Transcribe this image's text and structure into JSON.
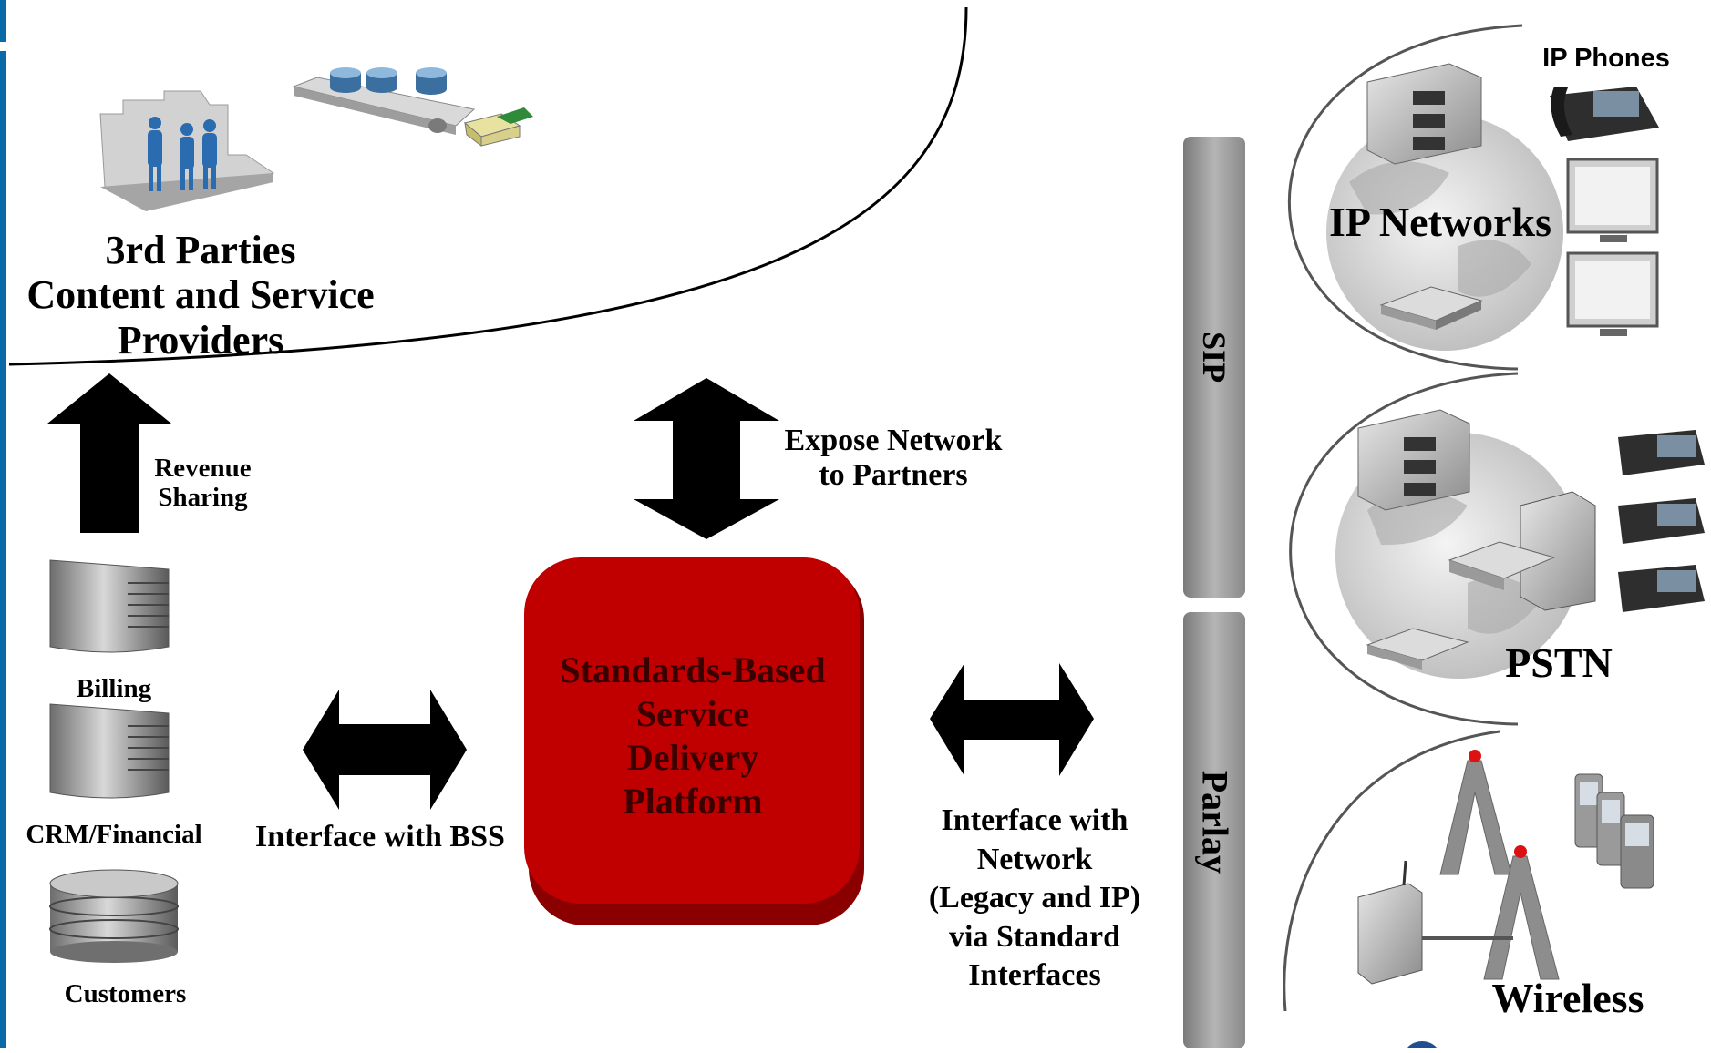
{
  "third_parties": {
    "line1": "3rd Parties",
    "line2": "Content and Service",
    "line3": "Providers"
  },
  "revenue_sharing": {
    "line1": "Revenue",
    "line2": "Sharing"
  },
  "bss": {
    "billing": "Billing",
    "crm": "CRM/Financial",
    "customers": "Customers"
  },
  "interface_bss": "Interface with BSS",
  "expose_network": {
    "line1": "Expose Network",
    "line2": "to Partners"
  },
  "sdp": {
    "line1": "Standards-Based",
    "line2": "Service",
    "line3": "Delivery",
    "line4": "Platform"
  },
  "interface_network": {
    "line1": "Interface with",
    "line2": "Network",
    "line3": "(Legacy and IP)",
    "line4": "via Standard",
    "line5": "Interfaces"
  },
  "interfaces": {
    "sip": "SIP",
    "parlay": "Parlay"
  },
  "networks": {
    "ip_phones": "IP Phones",
    "ip_networks": "IP Networks",
    "pstn": "PSTN",
    "wireless": "Wireless"
  },
  "colors": {
    "sdp_red": "#c00000",
    "accent_blue": "#0a6aa8",
    "bar_gray": "#9a9a9a"
  }
}
